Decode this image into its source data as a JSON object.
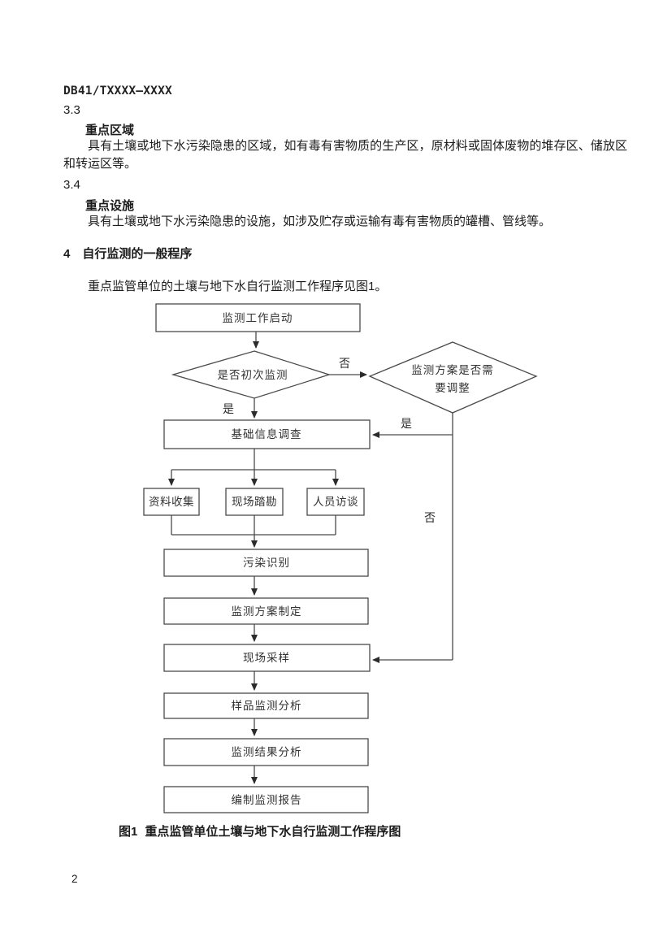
{
  "header": {
    "standard_number": "DB41/TXXXX—XXXX",
    "page_number": "2"
  },
  "sections": {
    "s33": {
      "number": "3.3",
      "term": "重点区域",
      "definition": "具有土壤或地下水污染隐患的区域，如有毒有害物质的生产区，原材料或固体废物的堆存区、储放区和转运区等。"
    },
    "s34": {
      "number": "3.4",
      "term": "重点设施",
      "definition": "具有土壤或地下水污染隐患的设施，如涉及贮存或运输有毒有害物质的罐槽、管线等。"
    },
    "s4": {
      "number": "4",
      "title": "自行监测的一般程序",
      "intro": "重点监管单位的土壤与地下水自行监测工作程序见图1。"
    }
  },
  "flowchart": {
    "nodes": {
      "start": "监测工作启动",
      "decision_first": "是否初次监测",
      "decision_adjust_line1": "监测方案是否需",
      "decision_adjust_line2": "要调整",
      "basic_info": "基础信息调查",
      "collect": "资料收集",
      "survey": "现场踏勘",
      "interview": "人员访谈",
      "pollution_id": "污染识别",
      "plan": "监测方案制定",
      "sampling": "现场采样",
      "sample_analysis": "样品监测分析",
      "result_analysis": "监测结果分析",
      "report": "编制监测报告"
    },
    "labels": {
      "no_to_adjust": "否",
      "yes_to_basic": "是",
      "yes_from_adjust": "是",
      "no_from_adjust": "否"
    },
    "caption_label": "图1",
    "caption_text": "重点监管单位土壤与地下水自行监测工作程序图"
  }
}
